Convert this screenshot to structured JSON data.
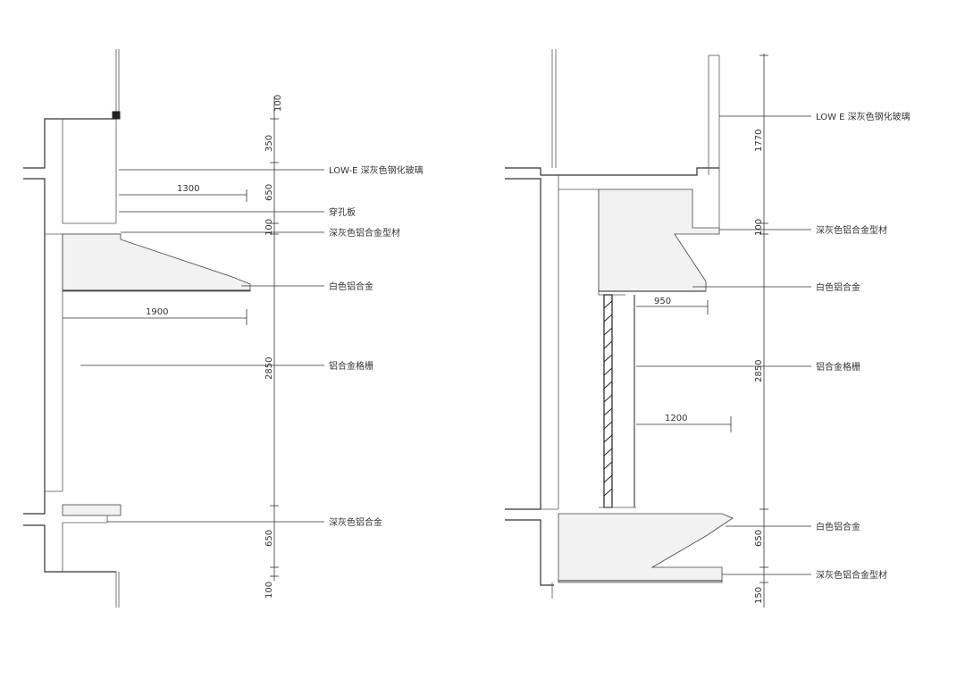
{
  "left_section": {
    "labels": {
      "glass": "LOW-E 深灰色钢化玻璃",
      "perforated_panel": "穿孔板",
      "dark_gray_profile": "深灰色铝合金型材",
      "white_aluminum": "白色铝合金",
      "aluminum_grille": "铝合金格栅",
      "dark_gray_aluminum": "深灰色铝合金"
    },
    "dims_vertical": [
      "100",
      "350",
      "650",
      "100",
      "2850",
      "650",
      "100"
    ],
    "dims_horizontal": [
      "1300",
      "1900"
    ]
  },
  "right_section": {
    "labels": {
      "glass": "LOW E 深灰色钢化玻璃",
      "dark_gray_profile_top": "深灰色铝合金型材",
      "white_aluminum_top": "白色铝合金",
      "aluminum_grille": "铝合金格栅",
      "white_aluminum_bottom": "白色铝合金",
      "dark_gray_profile_bottom": "深灰色铝合金型材"
    },
    "dims_vertical": [
      "1770",
      "100",
      "2850",
      "650",
      "150"
    ],
    "dims_horizontal": [
      "950",
      "1200"
    ]
  }
}
